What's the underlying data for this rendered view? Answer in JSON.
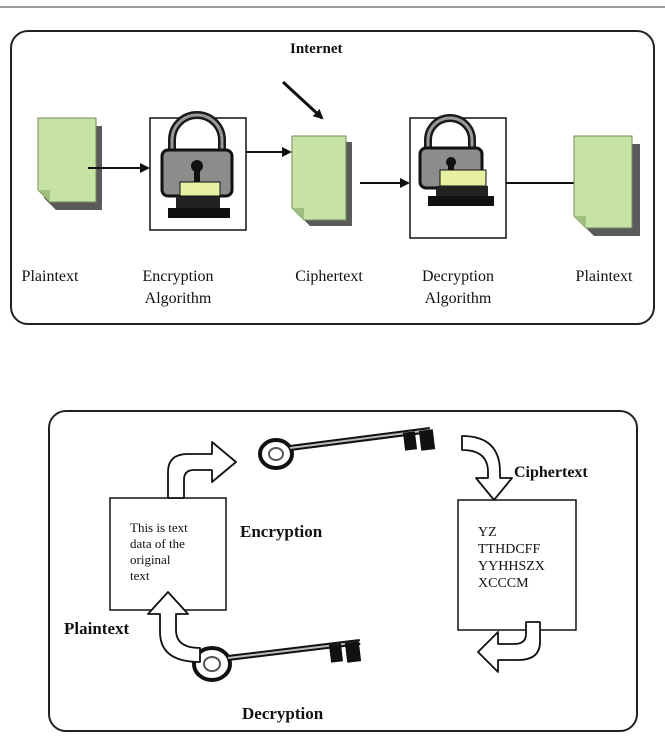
{
  "top_diagram": {
    "internet_label": "Internet",
    "stages": [
      {
        "label": "Plaintext"
      },
      {
        "label": "Encryption\nAlgorithm"
      },
      {
        "label": "Ciphertext"
      },
      {
        "label": "Decryption\nAlgorithm"
      },
      {
        "label": "Plaintext"
      }
    ]
  },
  "bottom_diagram": {
    "plaintext_body": "This is text\ndata of the\noriginal\ntext",
    "ciphertext_body": "YZ\nTTHDCFF\nYYHHSZX\nXCCCM",
    "encryption_label": "Encryption",
    "decryption_label": "Decryption",
    "plaintext_label": "Plaintext",
    "ciphertext_label": "Ciphertext"
  },
  "colors": {
    "document_fill": "#c6e3a4",
    "document_shadow": "#5a5a5a",
    "padlock_gray": "#8c8c8c",
    "monitor_screen": "#e6f0a0"
  }
}
